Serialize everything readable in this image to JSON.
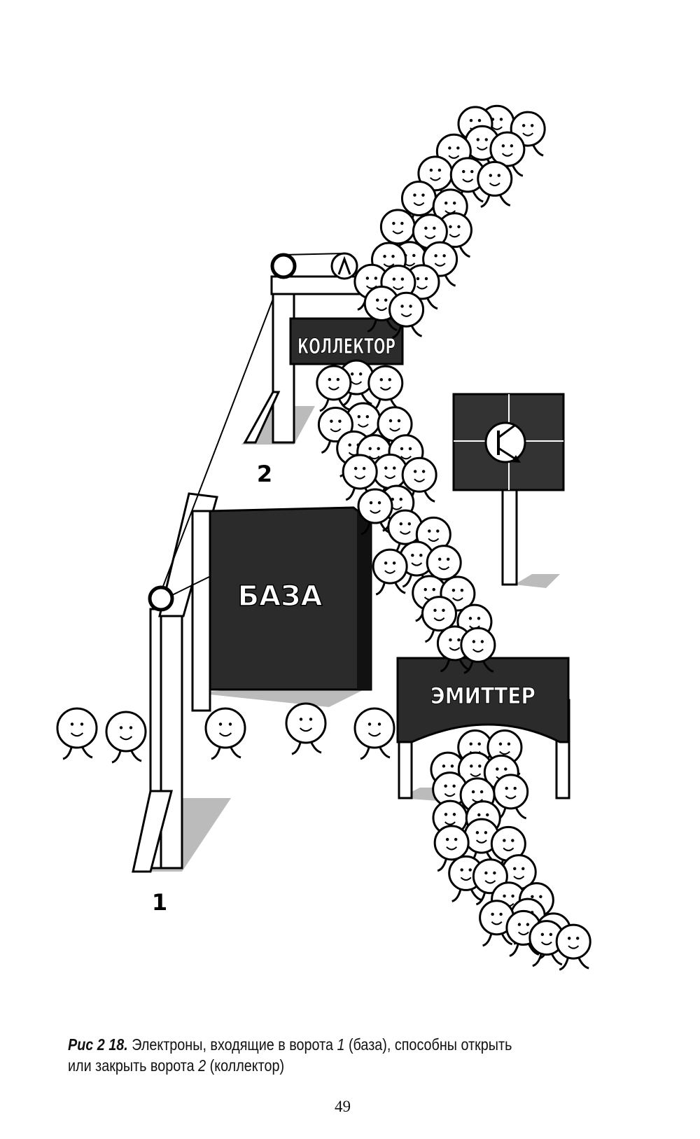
{
  "illustration": {
    "collector_label": "КОЛЛЕКТОР",
    "base_label": "БАЗА",
    "emitter_label": "ЭМИТТЕР",
    "gate1_number": "1",
    "gate2_number": "2"
  },
  "caption": {
    "figure_ref": "Рис 2 18.",
    "text_a": " Электроны, входящие в ворота ",
    "num1": "1",
    "text_b": " (база), способны открыть",
    "text_c": "или закрыть ворота ",
    "num2": "2",
    "text_d": " (коллектор)"
  },
  "page_number": "49"
}
